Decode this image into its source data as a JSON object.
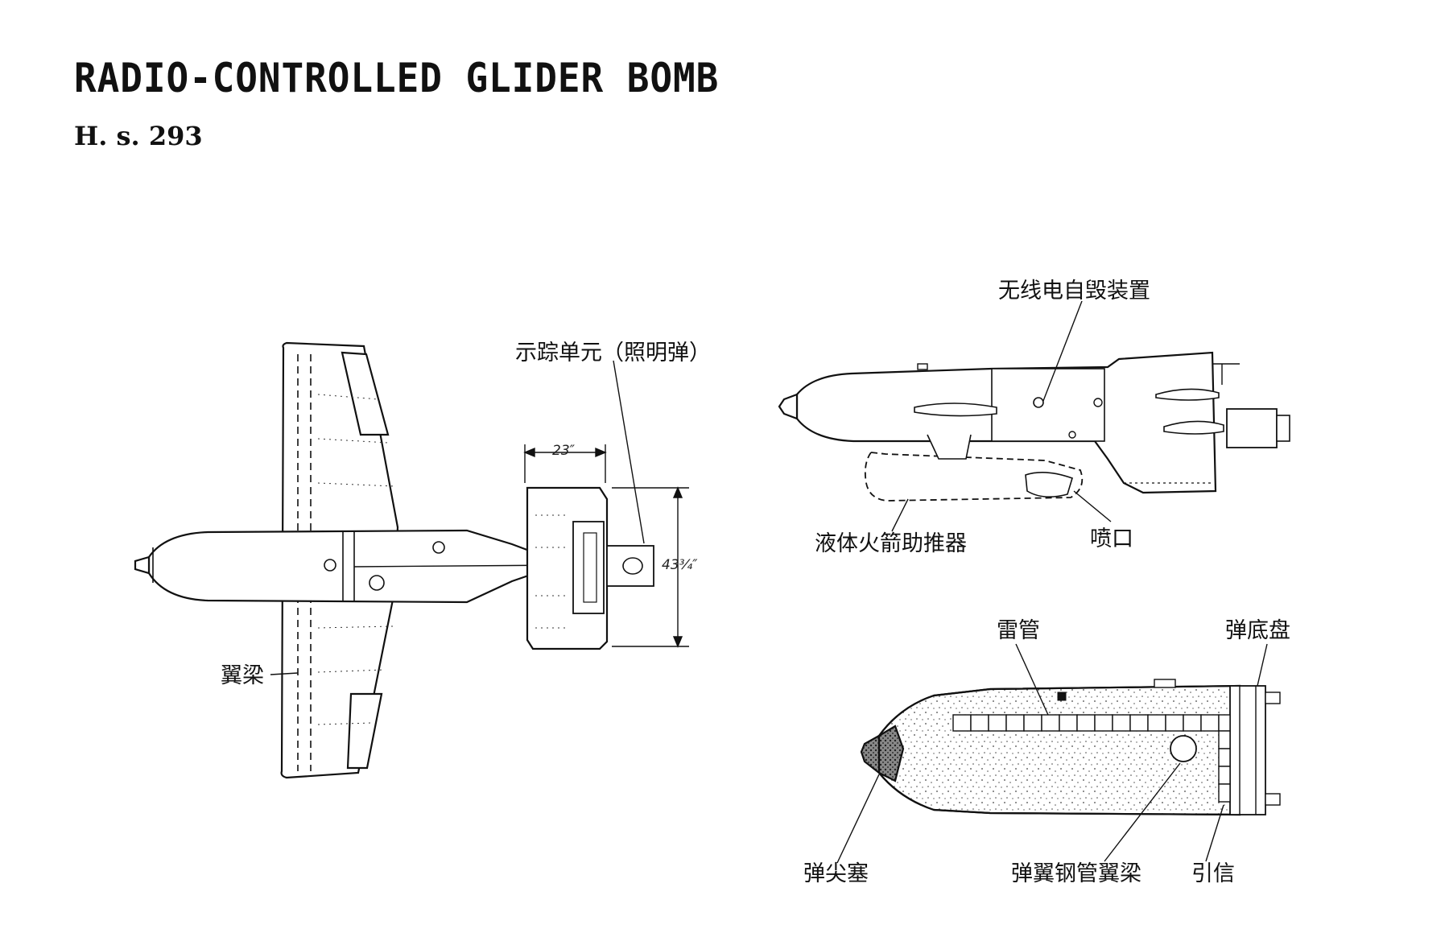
{
  "header": {
    "title": "RADIO-CONTROLLED GLIDER BOMB",
    "subtitle": "H. s. 293"
  },
  "labels": {
    "tracer_unit": "示踪单元（照明弹）",
    "wing_spar": "翼梁",
    "radio_self_destruct": "无线电自毁装置",
    "liquid_rocket_booster": "液体火箭助推器",
    "nozzle": "喷口",
    "detonator": "雷管",
    "base_plate": "弹底盘",
    "nose_plug": "弹尖塞",
    "wing_steel_tube_spar": "弹翼钢管翼梁",
    "fuze": "引信"
  },
  "dimensions": {
    "tail_width": "23″",
    "tail_span": "43¾″"
  }
}
